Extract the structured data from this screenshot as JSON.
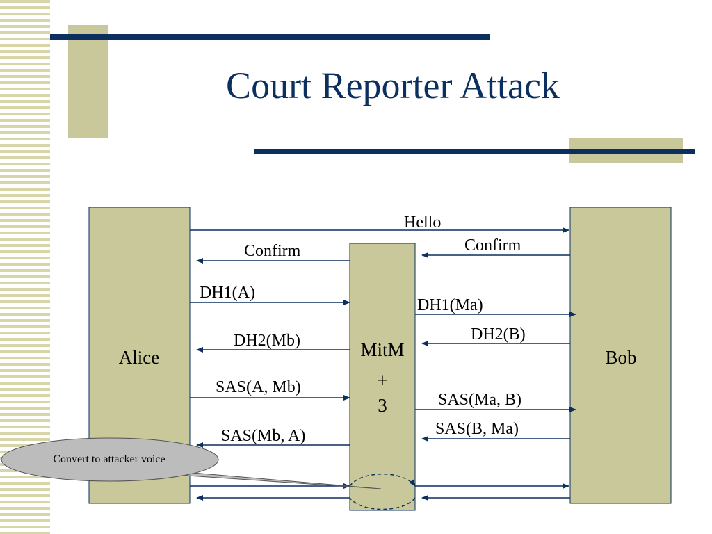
{
  "slide": {
    "title": "Court Reporter Attack"
  },
  "diagram": {
    "nodes": {
      "alice": "Alice",
      "mitm_line1": "MitM",
      "mitm_line2": "+",
      "mitm_line3": "3",
      "bob": "Bob"
    },
    "messages": {
      "hello": "Hello",
      "confirm_to_alice": "Confirm",
      "confirm_from_bob": "Confirm",
      "dh1_a": "DH1(A)",
      "dh1_ma": "DH1(Ma)",
      "dh2_mb": "DH2(Mb)",
      "dh2_b": "DH2(B)",
      "sas_a_mb": "SAS(A, Mb)",
      "sas_ma_b": "SAS(Ma, B)",
      "sas_mb_a": "SAS(Mb, A)",
      "sas_b_ma": "SAS(B, Ma)"
    },
    "callout": "Convert to attacker voice"
  },
  "colors": {
    "accent_navy": "#0b2f5e",
    "box_fill": "#c9c89a"
  }
}
